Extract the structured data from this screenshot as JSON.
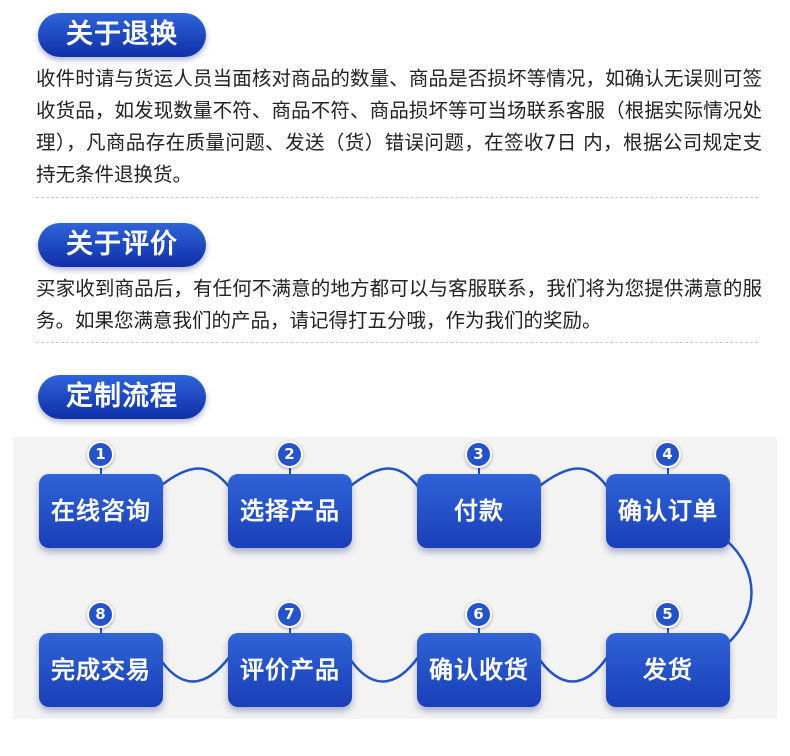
{
  "sections": {
    "returns": {
      "title": "关于退换",
      "text": "收件时请与货运人员当面核对商品的数量、商品是否损坏等情况，如确认无误则可签收货品，如发现数量不符、商品不符、商品损坏等可当场联系客服（根据实际情况处理），凡商品存在质量问题、发送（货）错误问题，在签收7日 内，根据公司规定支持无条件退换货。"
    },
    "reviews": {
      "title": "关于评价",
      "text": "买家收到商品后，有任何不满意的地方都可以与客服联系，我们将为您提供满意的服务。如果您满意我们的产品，请记得打五分哦，作为我们的奖励。"
    },
    "process": {
      "title": "定制流程",
      "steps": [
        {
          "num": "1",
          "label": "在线咨询"
        },
        {
          "num": "2",
          "label": "选择产品"
        },
        {
          "num": "3",
          "label": "付款"
        },
        {
          "num": "4",
          "label": "确认订单"
        },
        {
          "num": "5",
          "label": "发货"
        },
        {
          "num": "6",
          "label": "确认收货"
        },
        {
          "num": "7",
          "label": "评价产品"
        },
        {
          "num": "8",
          "label": "完成交易"
        }
      ]
    }
  },
  "colors": {
    "accent": "#2352c9",
    "pill_top": "#2f64d8",
    "pill_bottom": "#0f2fa8",
    "text": "#222222"
  }
}
